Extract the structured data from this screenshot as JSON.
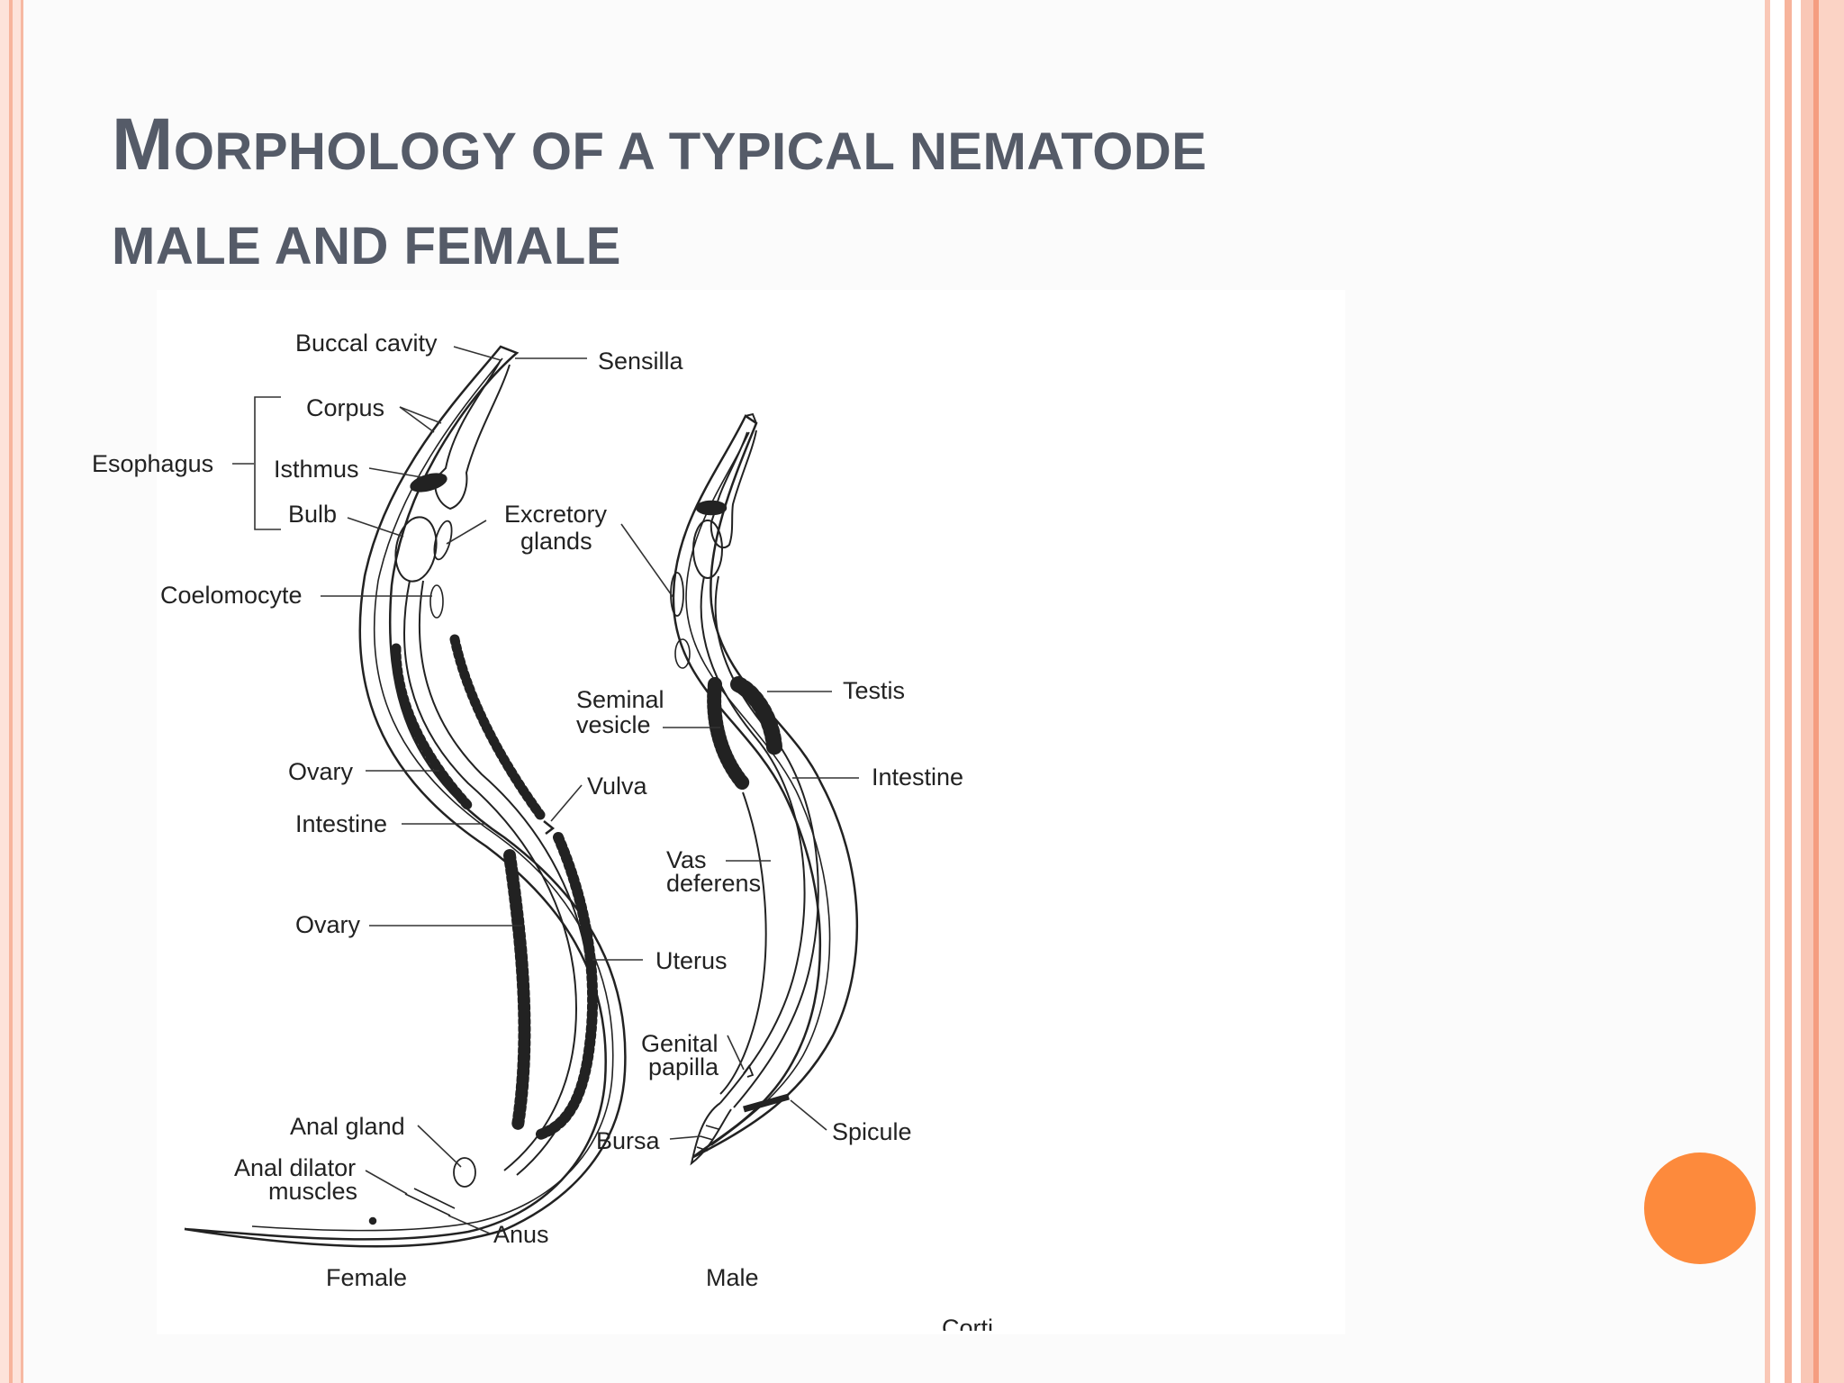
{
  "slide": {
    "title_line1_initial": "M",
    "title_line1_rest": "ORPHOLOGY OF A TYPICAL NEMATODE",
    "title_line2": "MALE AND FEMALE"
  },
  "diagram": {
    "female_labels": {
      "buccal_cavity": "Buccal cavity",
      "sensilla": "Sensilla",
      "corpus": "Corpus",
      "esophagus": "Esophagus",
      "isthmus": "Isthmus",
      "bulb": "Bulb",
      "excretory_glands_1": "Excretory",
      "excretory_glands_2": "glands",
      "coelomocyte": "Coelomocyte",
      "ovary_upper": "Ovary",
      "intestine": "Intestine",
      "vulva": "Vulva",
      "ovary_lower": "Ovary",
      "uterus": "Uterus",
      "anal_gland": "Anal gland",
      "anal_dilator_1": "Anal dilator",
      "anal_dilator_2": "muscles",
      "anus": "Anus",
      "caption": "Female"
    },
    "male_labels": {
      "testis": "Testis",
      "seminal_vesicle_1": "Seminal",
      "seminal_vesicle_2": "vesicle",
      "intestine": "Intestine",
      "vas_deferens_1": "Vas",
      "vas_deferens_2": "deferens",
      "genital_papilla_1": "Genital",
      "genital_papilla_2": "papilla",
      "bursa": "Bursa",
      "spicule": "Spicule",
      "caption": "Male"
    },
    "cropped_text": "Corti"
  },
  "colors": {
    "title": "#555b68",
    "accent_dot": "#fd8a3c",
    "border": "#f7b49c"
  }
}
